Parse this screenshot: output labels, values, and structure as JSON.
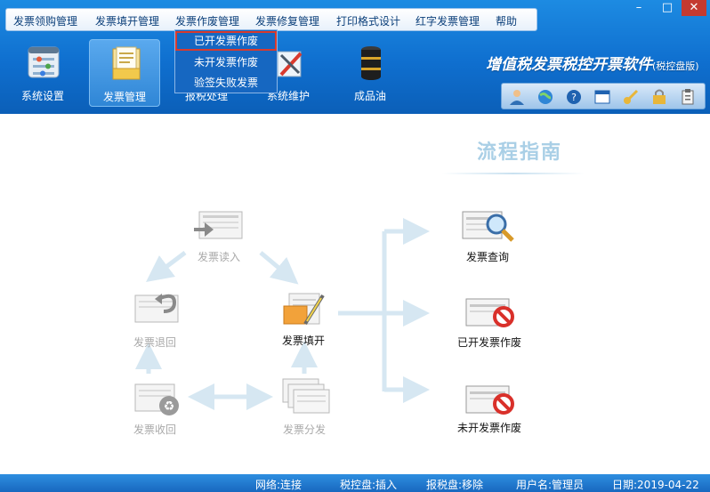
{
  "menu": {
    "items": [
      "发票领购管理",
      "发票填开管理",
      "发票作废管理",
      "发票修复管理",
      "打印格式设计",
      "红字发票管理",
      "帮助"
    ]
  },
  "window": {
    "minimize": "–",
    "maximize": "□",
    "close": "✕"
  },
  "toolbar": {
    "buttons": [
      {
        "label": "系统设置",
        "icon": "settings-panel-icon"
      },
      {
        "label": "发票管理",
        "icon": "invoice-folder-icon"
      },
      {
        "label": "报税处理",
        "icon": "tax-report-icon"
      },
      {
        "label": "系统维护",
        "icon": "maintenance-tools-icon"
      },
      {
        "label": "成品油",
        "icon": "oil-barrel-icon"
      }
    ]
  },
  "brand": {
    "title": "增值税发票税控开票软件",
    "edition": "(税控盘版)"
  },
  "iconbar": [
    "user-icon",
    "globe-icon",
    "help-icon",
    "window-icon",
    "key-icon",
    "lock-icon",
    "clipboard-icon"
  ],
  "dropdown": {
    "items": [
      "已开发票作废",
      "未开发票作废",
      "验签失败发票"
    ],
    "highlighted": 0
  },
  "guide": {
    "title": "流程指南",
    "nodes": {
      "read": "发票读入",
      "return": "发票退回",
      "fill": "发票填开",
      "recover": "发票收回",
      "distribute": "发票分发",
      "query": "发票查询",
      "void_issued": "已开发票作废",
      "void_unissued": "未开发票作废"
    },
    "colors": {
      "arrow": "#d6e7f2",
      "dim_text": "#a9a9a9",
      "active_text": "#111111"
    }
  },
  "status": {
    "network_label": "网络:",
    "network": "连接",
    "taxdisk_label": "税控盘:",
    "taxdisk": "插入",
    "reportdisk_label": "报税盘:",
    "reportdisk": "移除",
    "user_label": "用户名:",
    "user": "管理员",
    "date_label": "日期:",
    "date": "2019-04-22"
  }
}
